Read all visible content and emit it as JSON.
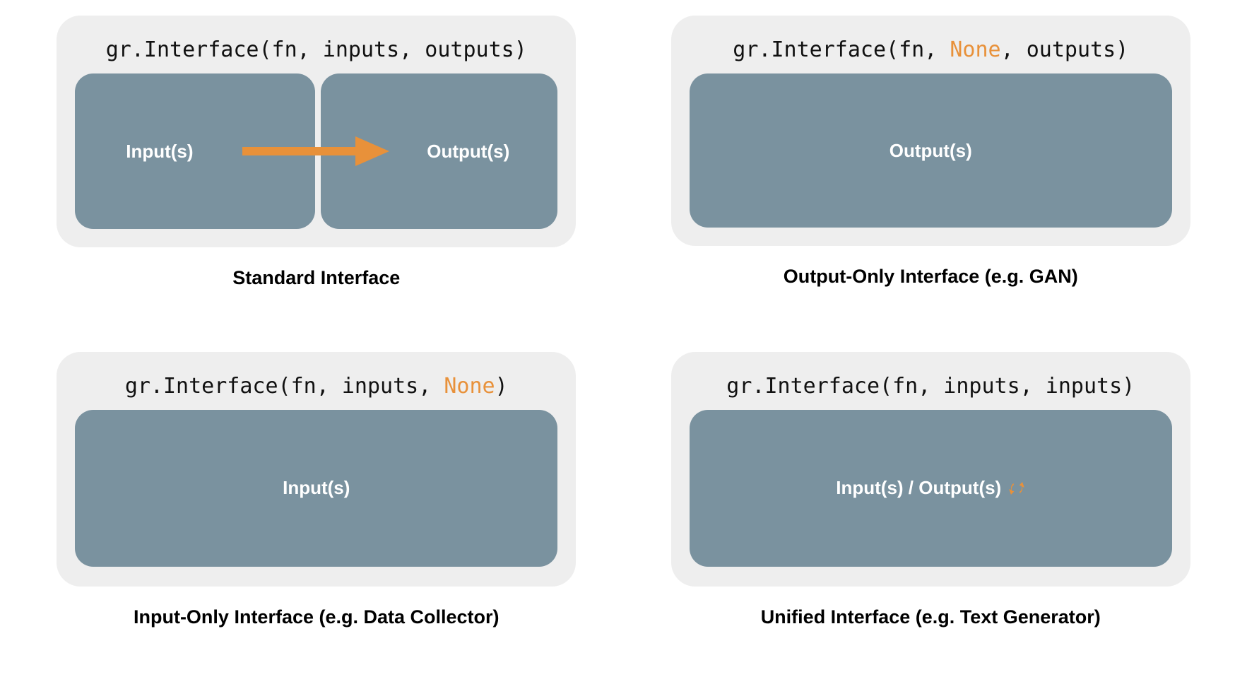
{
  "colors": {
    "card_background": "#EEEEEE",
    "io_box": "#7A929F",
    "accent_orange": "#E8913A",
    "page_background": "#FFFFFF",
    "text_dark": "#111111",
    "box_text": "#FFFFFF"
  },
  "panels": [
    {
      "id": "standard",
      "signature": {
        "prefix": "gr.Interface(fn, inputs, outputs)",
        "parts": [
          {
            "text": "gr.Interface(fn, inputs, outputs)",
            "highlight": false
          }
        ]
      },
      "boxes": [
        {
          "label": "Input(s)"
        },
        {
          "label": "Output(s)"
        }
      ],
      "arrow": {
        "icon": "right-arrow-icon",
        "color": "#E8913A"
      },
      "caption": "Standard Interface"
    },
    {
      "id": "output-only",
      "signature": {
        "parts": [
          {
            "text": "gr.Interface(fn, ",
            "highlight": false
          },
          {
            "text": "None",
            "highlight": true
          },
          {
            "text": ", outputs)",
            "highlight": false
          }
        ]
      },
      "boxes": [
        {
          "label": "Output(s)"
        }
      ],
      "caption": "Output-Only Interface (e.g. GAN)"
    },
    {
      "id": "input-only",
      "signature": {
        "parts": [
          {
            "text": "gr.Interface(fn, inputs, ",
            "highlight": false
          },
          {
            "text": "None",
            "highlight": true
          },
          {
            "text": ")",
            "highlight": false
          }
        ]
      },
      "boxes": [
        {
          "label": "Input(s)"
        }
      ],
      "caption": "Input-Only Interface (e.g. Data Collector)"
    },
    {
      "id": "unified",
      "signature": {
        "parts": [
          {
            "text": "gr.Interface(fn, inputs, inputs)",
            "highlight": false
          }
        ]
      },
      "boxes": [
        {
          "label": "Input(s) / Output(s)",
          "icon": "circular-arrows-icon",
          "icon_color": "#E8913A"
        }
      ],
      "caption": "Unified Interface (e.g. Text Generator)"
    }
  ],
  "signatures": {
    "standard": "gr.Interface(fn, inputs, outputs)",
    "output_only_pre": "gr.Interface(fn, ",
    "output_only_none": "None",
    "output_only_post": ", outputs)",
    "input_only_pre": "gr.Interface(fn, inputs, ",
    "input_only_none": "None",
    "input_only_post": ")",
    "unified": "gr.Interface(fn, inputs, inputs)"
  },
  "labels": {
    "inputs": "Input(s)",
    "outputs": "Output(s)",
    "unified_io": "Input(s) / Output(s)"
  },
  "captions": {
    "standard": "Standard Interface",
    "output_only": "Output-Only Interface (e.g. GAN)",
    "input_only": "Input-Only Interface (e.g. Data Collector)",
    "unified": "Unified Interface (e.g. Text Generator)"
  }
}
